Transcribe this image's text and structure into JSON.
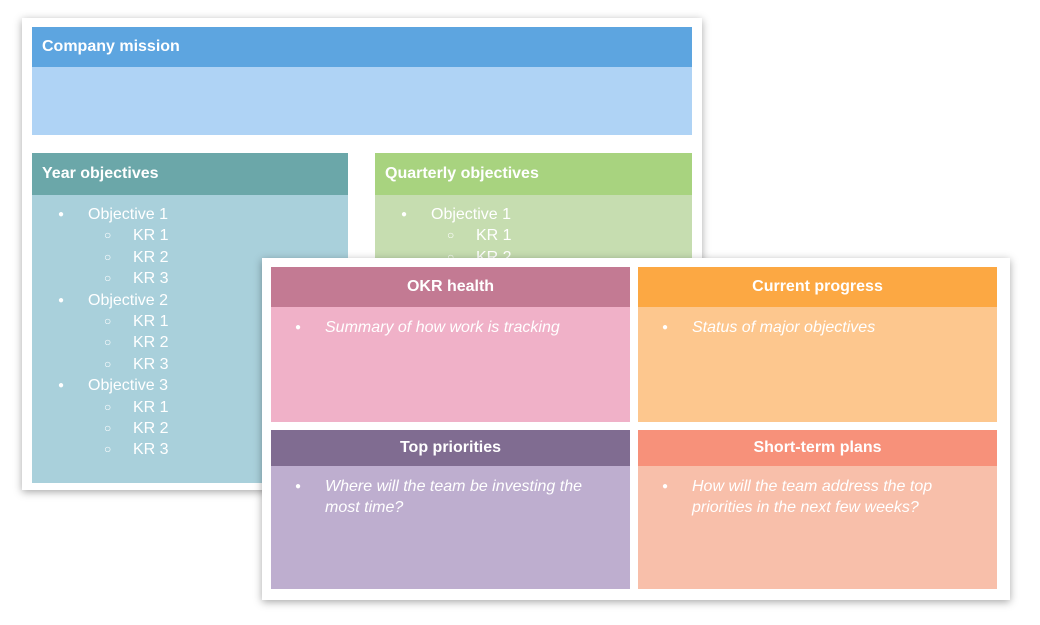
{
  "colors": {
    "mission_header": "#5DA5E0",
    "mission_body": "#AFD3F5",
    "year_header": "#6BA7A9",
    "year_body": "#A9D0DB",
    "quarter_header": "#A8D37F",
    "quarter_body": "#C6DDB0",
    "health_header": "#C37A93",
    "health_body": "#F0B1C8",
    "progress_header": "#FCA843",
    "progress_body": "#FDC78E",
    "priorities_header": "#806C91",
    "priorities_body": "#BEAECF",
    "plans_header": "#F7917A",
    "plans_body": "#F8BFAA"
  },
  "slide1": {
    "mission": {
      "title": "Company mission"
    },
    "year": {
      "title": "Year objectives",
      "objectives": [
        {
          "label": "Objective 1",
          "krs": [
            "KR 1",
            "KR 2",
            "KR 3"
          ]
        },
        {
          "label": "Objective 2",
          "krs": [
            "KR 1",
            "KR 2",
            "KR 3"
          ]
        },
        {
          "label": "Objective 3",
          "krs": [
            "KR 1",
            "KR 2",
            "KR 3"
          ]
        }
      ]
    },
    "quarter": {
      "title": "Quarterly objectives",
      "objectives": [
        {
          "label": "Objective 1",
          "krs": [
            "KR 1",
            "KR 2"
          ]
        }
      ]
    }
  },
  "slide2": {
    "health": {
      "title": "OKR health",
      "item": "Summary of how work is tracking"
    },
    "progress": {
      "title": "Current progress",
      "item": "Status of major objectives"
    },
    "priorities": {
      "title": "Top priorities",
      "item": "Where will the team be investing the most time?"
    },
    "plans": {
      "title": "Short-term plans",
      "item": "How will the team address the top priorities in the next few weeks?"
    }
  }
}
